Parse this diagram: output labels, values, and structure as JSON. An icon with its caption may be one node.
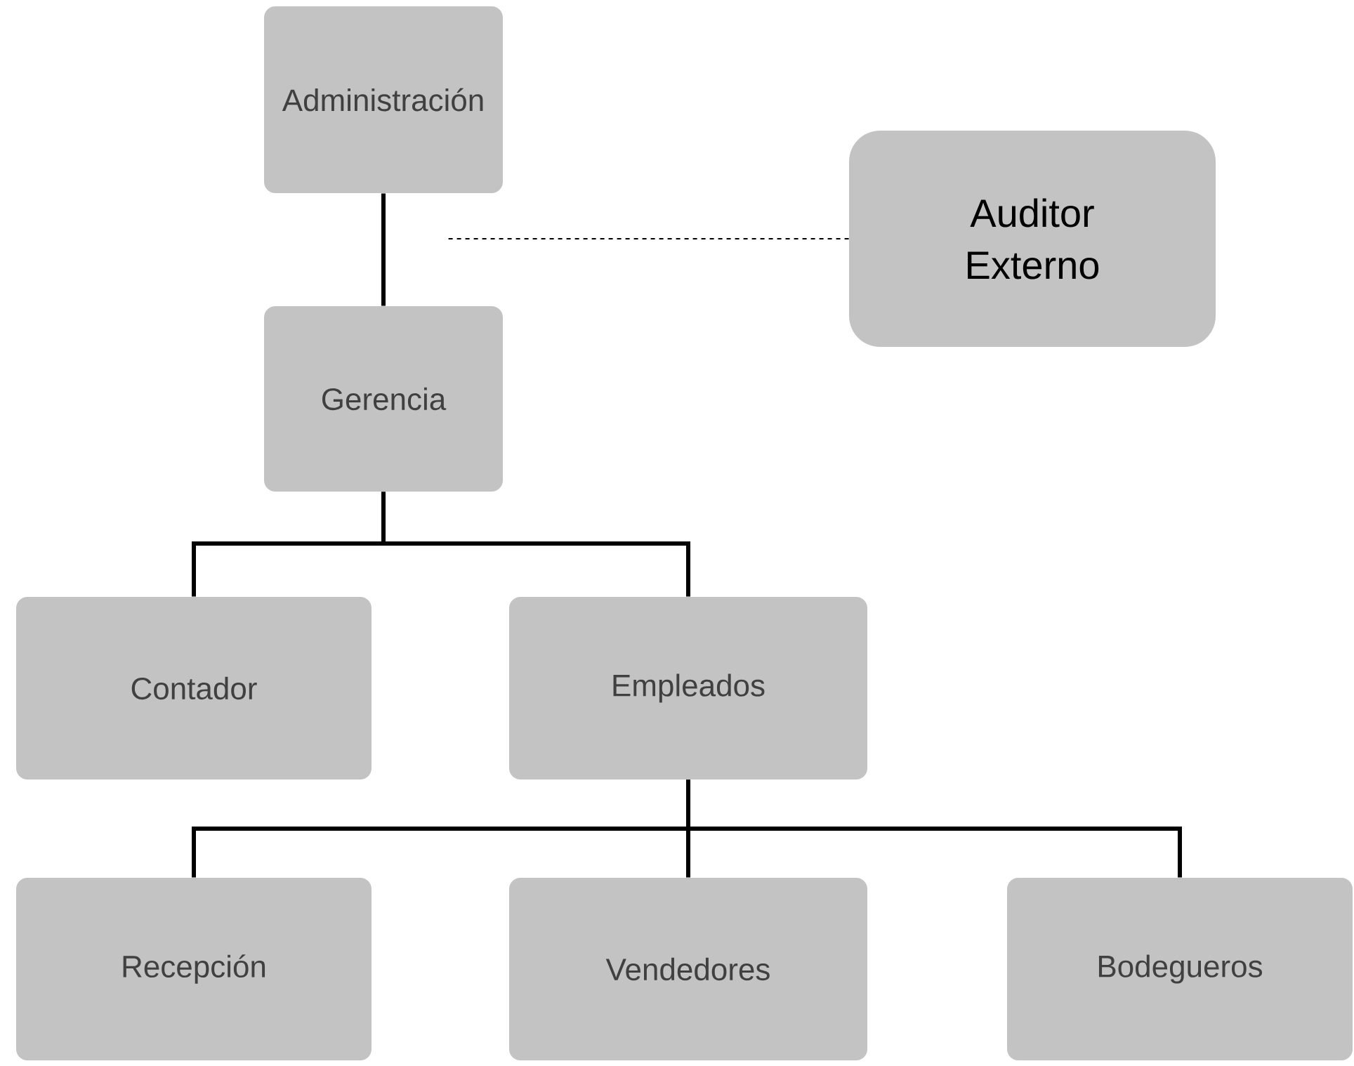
{
  "diagram": {
    "nodes": [
      {
        "text": [
          "Administración"
        ]
      },
      {
        "text": [
          "Auditor Externo"
        ]
      },
      {
        "text": [
          "Gerencia"
        ]
      },
      {
        "text": [
          "Contador"
        ]
      },
      {
        "text": [
          "Empleados"
        ]
      },
      {
        "text": [
          "Recepción"
        ]
      },
      {
        "text": [
          "Vendedores"
        ]
      },
      {
        "text": [
          "Bodegueros"
        ]
      }
    ],
    "edges": [
      {
        "from": 0,
        "to": 2,
        "arrow": "none"
      },
      {
        "from": 1,
        "to": null,
        "arrow": "none",
        "style": "dashed"
      },
      {
        "from": 2,
        "to": 3,
        "arrow": "none"
      },
      {
        "from": 2,
        "to": 4,
        "arrow": "none"
      },
      {
        "from": 4,
        "to": 5,
        "arrow": "none"
      },
      {
        "from": 4,
        "to": 6,
        "arrow": "none"
      },
      {
        "from": 4,
        "to": 7,
        "arrow": "none"
      }
    ]
  }
}
